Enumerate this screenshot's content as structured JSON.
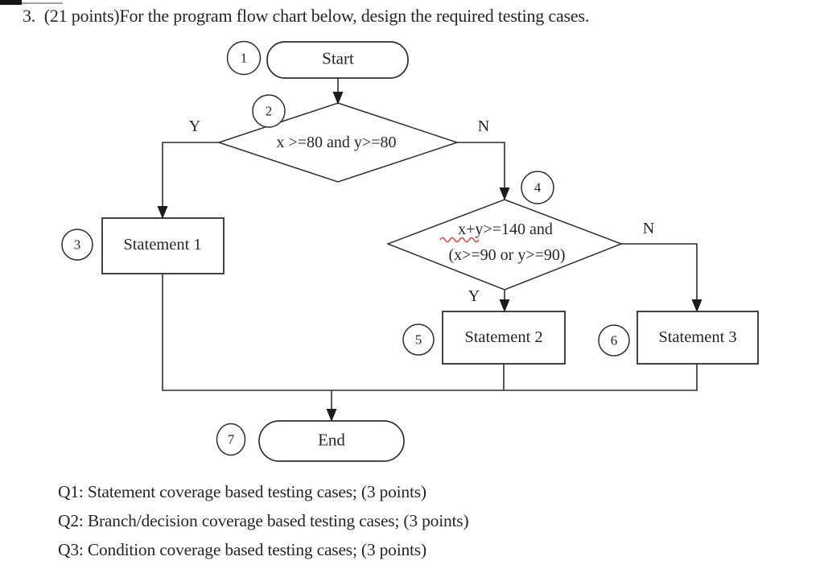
{
  "title": "3.  (21 points)For the program flow chart below, design the required testing cases.",
  "flowchart": {
    "start": {
      "number": "1",
      "label": "Start"
    },
    "decision1": {
      "number": "2",
      "label": "x >=80 and y>=80",
      "yes": "Y",
      "no": "N"
    },
    "statement1": {
      "number": "3",
      "label": "Statement 1"
    },
    "decision2": {
      "number": "4",
      "label_line1": "x+y>=140 and",
      "label_line2": "(x>=90 or y>=90)",
      "yes": "Y",
      "no": "N"
    },
    "statement2": {
      "number": "5",
      "label": "Statement 2"
    },
    "statement3": {
      "number": "6",
      "label": "Statement 3"
    },
    "end": {
      "number": "7",
      "label": "End"
    }
  },
  "questions": [
    "Q1: Statement coverage based testing cases; (3 points)",
    "Q2: Branch/decision coverage based testing cases; (3 points)",
    "Q3: Condition coverage based testing cases; (3 points)"
  ],
  "colors": {
    "ink": "#2e2e2e",
    "squiggle_red": "#e03a3a",
    "artifact_black": "#161616",
    "background": "#ffffff"
  }
}
